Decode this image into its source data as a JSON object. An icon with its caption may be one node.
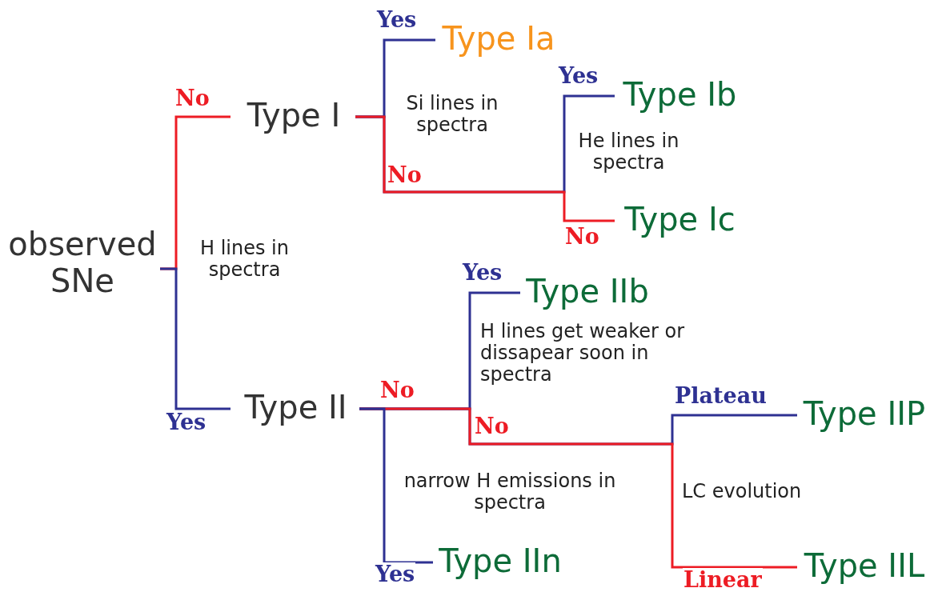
{
  "diagram": {
    "nodes": [
      {
        "text": [
          "observed SNe"
        ]
      },
      {
        "text": [
          "Type I"
        ]
      },
      {
        "text": [
          "Type II"
        ]
      },
      {
        "text": [
          "Type Ia"
        ]
      },
      {
        "text": [
          "Type Ib"
        ]
      },
      {
        "text": [
          "Type Ic"
        ]
      },
      {
        "text": [
          "Type IIb"
        ]
      },
      {
        "text": [
          "Type IIP"
        ]
      },
      {
        "text": [
          "Type IIL"
        ]
      },
      {
        "text": [
          "Type IIn"
        ]
      }
    ],
    "edges": [
      {
        "from": 0,
        "to": 2,
        "arrow": "none",
        "label": "Yes"
      },
      {
        "from": 0,
        "to": 1,
        "arrow": "none",
        "label": "No",
        "color": "#ed1c24"
      },
      {
        "from": 1,
        "to": 3,
        "arrow": "none",
        "label": "Yes"
      },
      {
        "from": 1,
        "to": 4,
        "arrow": "none",
        "label": "Yes"
      },
      {
        "from": 1,
        "to": 5,
        "arrow": "none",
        "label": "No",
        "color": "#ed1c24"
      },
      {
        "from": 2,
        "to": 6,
        "arrow": "none",
        "label": "Yes"
      },
      {
        "from": 2,
        "to": 7,
        "arrow": "none",
        "label": "Plateau"
      },
      {
        "from": 2,
        "to": 8,
        "arrow": "none",
        "label": "Linear",
        "color": "#ed1c24"
      },
      {
        "from": 2,
        "to": 9,
        "arrow": "none",
        "label": "Yes"
      }
    ],
    "labels": [
      "No",
      "Si lines in spectra",
      "He lines in spectra",
      "H lines in spectra",
      "No",
      "H lines get weaker or dissapear soon in spectra",
      "No",
      "narrow H emissions in spectra",
      "LC evolution"
    ]
  }
}
